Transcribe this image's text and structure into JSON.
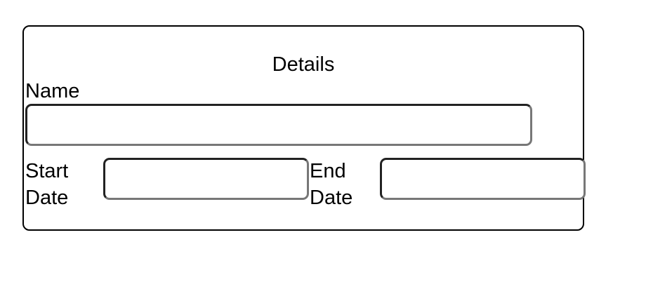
{
  "form": {
    "title": "Details",
    "name": {
      "label": "Name",
      "value": "",
      "placeholder": ""
    },
    "start_date": {
      "label": "Start Date",
      "value": "",
      "placeholder": ""
    },
    "end_date": {
      "label": "End Date",
      "value": "",
      "placeholder": ""
    }
  }
}
